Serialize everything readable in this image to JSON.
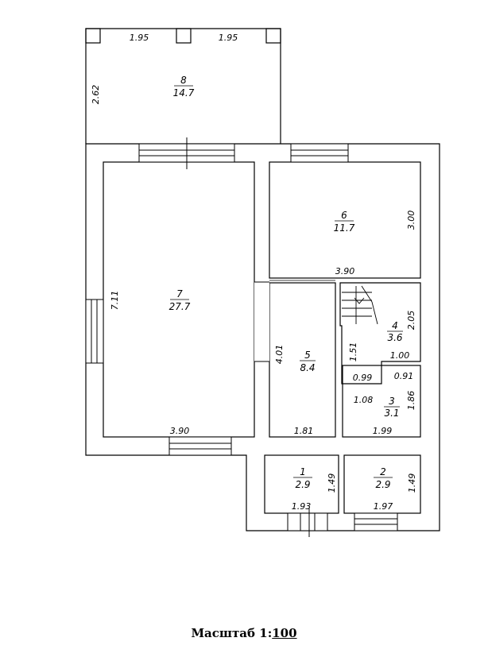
{
  "rooms": [
    {
      "id": "r8",
      "number": "8",
      "area": "14.7"
    },
    {
      "id": "r7",
      "number": "7",
      "area": "27.7"
    },
    {
      "id": "r6",
      "number": "6",
      "area": "11.7"
    },
    {
      "id": "r5",
      "number": "5",
      "area": "8.4"
    },
    {
      "id": "r4",
      "number": "4",
      "area": "3.6"
    },
    {
      "id": "r3",
      "number": "3",
      "area": "3.1"
    },
    {
      "id": "r1",
      "number": "1",
      "area": "2.9"
    },
    {
      "id": "r2",
      "number": "2",
      "area": "2.9"
    }
  ],
  "dimensions": {
    "d8_top_left": "1.95",
    "d8_top_right": "1.95",
    "d8_side": "2.62",
    "d7_side": "7.11",
    "d7_bottom": "3.90",
    "d6_side": "3.00",
    "d6_bottom": "3.90",
    "d5_side": "4.01",
    "d5_bottom": "1.81",
    "d4_side": "2.05",
    "d4_stair": "1.51",
    "d4_bottom": "1.00",
    "d_099": "0.99",
    "d_091": "0.91",
    "d3_left": "1.08",
    "d3_side": "1.86",
    "d3_bottom": "1.99",
    "d1_side": "1.49",
    "d1_bottom": "1.93",
    "d2_side": "1.49",
    "d2_bottom": "1.97"
  },
  "scale": {
    "label": "Масштаб 1:",
    "value": "100"
  }
}
